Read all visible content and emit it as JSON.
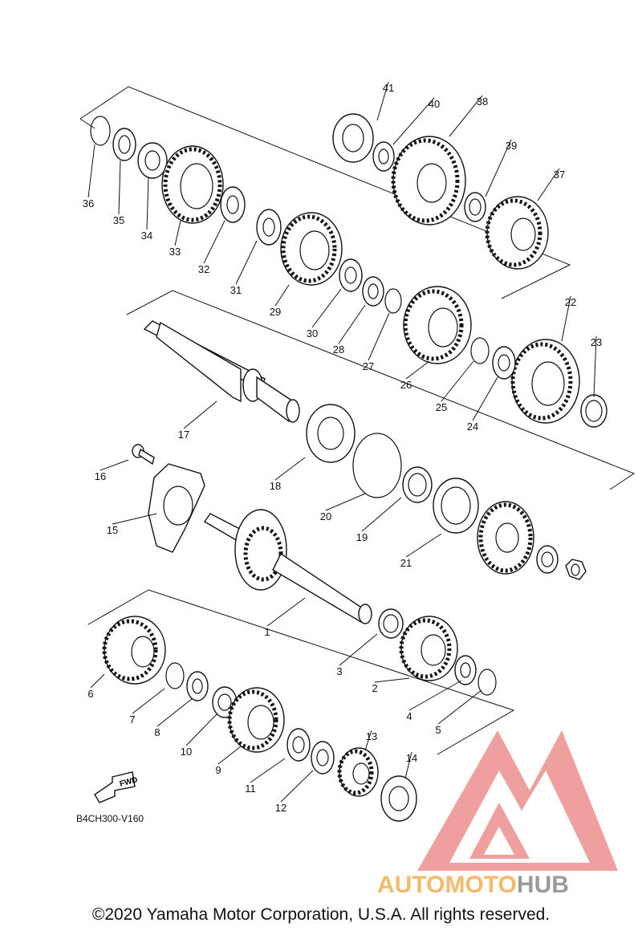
{
  "diagram_code": "B4CH300-V160",
  "fwd_label": "FWD",
  "copyright": "©2020 Yamaha Motor Corporation, U.S.A. All rights reserved.",
  "watermark": {
    "text_left": "AUTOMOTO",
    "text_right": "HUB",
    "color_red": "#ee8f8f",
    "color_orange": "#f5b96b",
    "color_gray": "#9a9a9a"
  },
  "callouts": [
    "1",
    "2",
    "3",
    "4",
    "5",
    "6",
    "7",
    "8",
    "9",
    "10",
    "11",
    "12",
    "13",
    "14",
    "15",
    "16",
    "17",
    "18",
    "19",
    "20",
    "21",
    "22",
    "23",
    "24",
    "25",
    "26",
    "27",
    "28",
    "29",
    "30",
    "31",
    "32",
    "33",
    "34",
    "35",
    "36",
    "37",
    "38",
    "39",
    "40",
    "41"
  ]
}
